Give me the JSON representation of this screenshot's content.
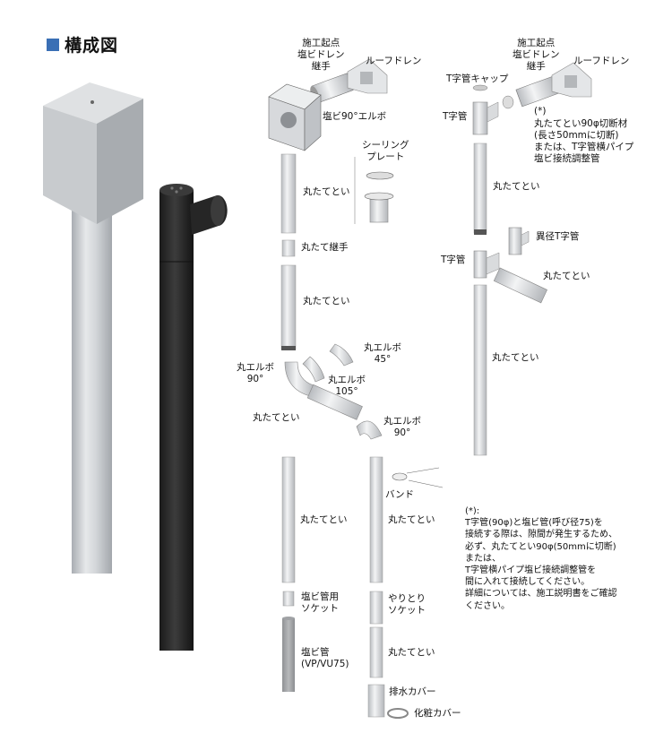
{
  "title": "構成図",
  "labels": {
    "left_origin": "施工起点\n塩ビドレン\n継手",
    "left_roof_drain": "ルーフドレン",
    "left_elbow90": "塩ビ90°エルボ",
    "sealing_plate": "シーリング\nプレート",
    "maru_tatetoi_1": "丸たてとい",
    "maru_tate_joint": "丸たて継手",
    "maru_tatetoi_2": "丸たてとい",
    "elbow_90_left": "丸エルボ\n90°",
    "elbow_45": "丸エルボ\n45°",
    "elbow_105": "丸エルボ\n105°",
    "maru_tatetoi_diag": "丸たてとい",
    "elbow_90_right": "丸エルボ\n90°",
    "band": "バンド",
    "maru_tatetoi_a": "丸たてとい",
    "maru_tatetoi_b": "丸たてとい",
    "pvc_socket": "塩ビ管用\nソケット",
    "yaritori_socket": "やりとり\nソケット",
    "pvc_pipe": "塩ビ管\n(VP/VU75)",
    "maru_tatetoi_c": "丸たてとい",
    "drain_cover": "排水カバー",
    "decor_cover": "化粧カバー",
    "right_origin": "施工起点\n塩ビドレン\n継手",
    "right_roof_drain": "ルーフドレン",
    "t_cap": "T字管キャップ",
    "t_pipe_top": "T字管",
    "asterisk": "(*)",
    "cut_material": "丸たてとい90φ切断材\n(長さ50mmに切断)\nまたは、T字管横パイプ\n塩ビ接続調整管",
    "maru_tatetoi_r1": "丸たてとい",
    "reducer_t": "異径T字管",
    "t_pipe_mid": "T字管",
    "maru_tatetoi_r2": "丸たてとい",
    "maru_tatetoi_r3": "丸たてとい"
  },
  "note": "(*):\nT字管(90φ)と塩ビ管(呼び径75)を\n接続する際は、隙間が発生するため、\n必ず、丸たてとい90φ(50mmに切断)\nまたは、\nT字管横パイプ塩ビ接続調整管を\n間に入れて接続してください。\n詳細については、施工説明書をご確認\nください。",
  "colors": {
    "accent": "#3a6fb5",
    "black_pipe": "#2a2a2a",
    "silver_pipe": "#c9ccd0",
    "pvc": "#a9abad"
  }
}
